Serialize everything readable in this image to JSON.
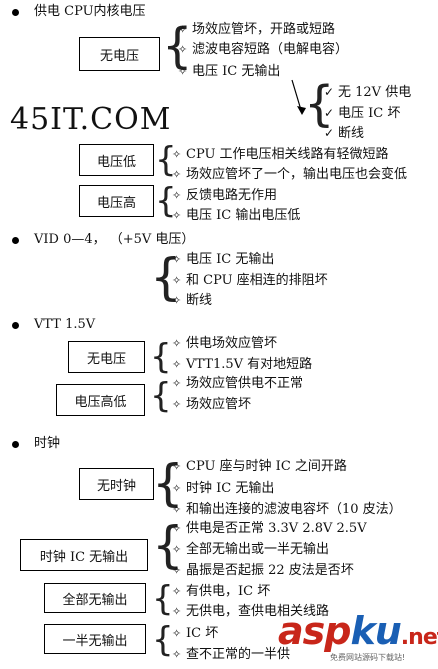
{
  "sections": {
    "power": {
      "title": "供电 CPU内核电压",
      "no_voltage": {
        "label": "无电压",
        "items": [
          "场效应管坏，开路或短路",
          "滤波电容短路（电解电容）",
          "电压 IC 无输出"
        ],
        "sub_items": [
          "无 12V 供电",
          "电压 IC 坏",
          "断线"
        ]
      },
      "low": {
        "label": "电压低",
        "items": [
          "CPU 工作电压相关线路有轻微短路",
          "场效应管坏了一个，输出电压也会变低"
        ]
      },
      "high": {
        "label": "电压高",
        "items": [
          "反馈电路无作用",
          "电压 IC 输出电压低"
        ]
      }
    },
    "vid": {
      "title": "VID 0—4，  （+5V 电压）",
      "items": [
        "电压 IC 无输出",
        "和 CPU 座相连的排阻坏",
        "断线"
      ]
    },
    "vtt": {
      "title": "VTT 1.5V",
      "no_voltage": {
        "label": "无电压",
        "items": [
          "供电场效应管坏",
          "VTT1.5V 有对地短路"
        ]
      },
      "high_low": {
        "label": "电压高低",
        "items": [
          "场效应管供电不正常",
          "场效应管坏"
        ]
      }
    },
    "clock": {
      "title": "时钟",
      "no_clock": {
        "label": "无时钟",
        "items": [
          "CPU 座与时钟 IC 之间开路",
          "时钟 IC 无输出",
          "和输出连接的滤波电容坏（10 皮法）"
        ]
      },
      "ic_no_output": {
        "label": "时钟 IC 无输出",
        "items": [
          "供电是否正常   3.3V  2.8V  2.5V",
          "全部无输出或一半无输出",
          "晶振是否起振    22 皮法是否坏"
        ]
      },
      "all_no_output": {
        "label": "全部无输出",
        "items": [
          "有供电，IC 坏",
          "无供电，查供电相关线路"
        ]
      },
      "half_no_output": {
        "label": "一半无输出",
        "items": [
          "IC 坏",
          "查不正常的一半供"
        ]
      }
    }
  },
  "watermark": "45IT.COM",
  "logo": {
    "asp": "asp",
    "ku": "ku",
    "dotnet": ".net",
    "sub": "免费网站源码下载站!"
  }
}
